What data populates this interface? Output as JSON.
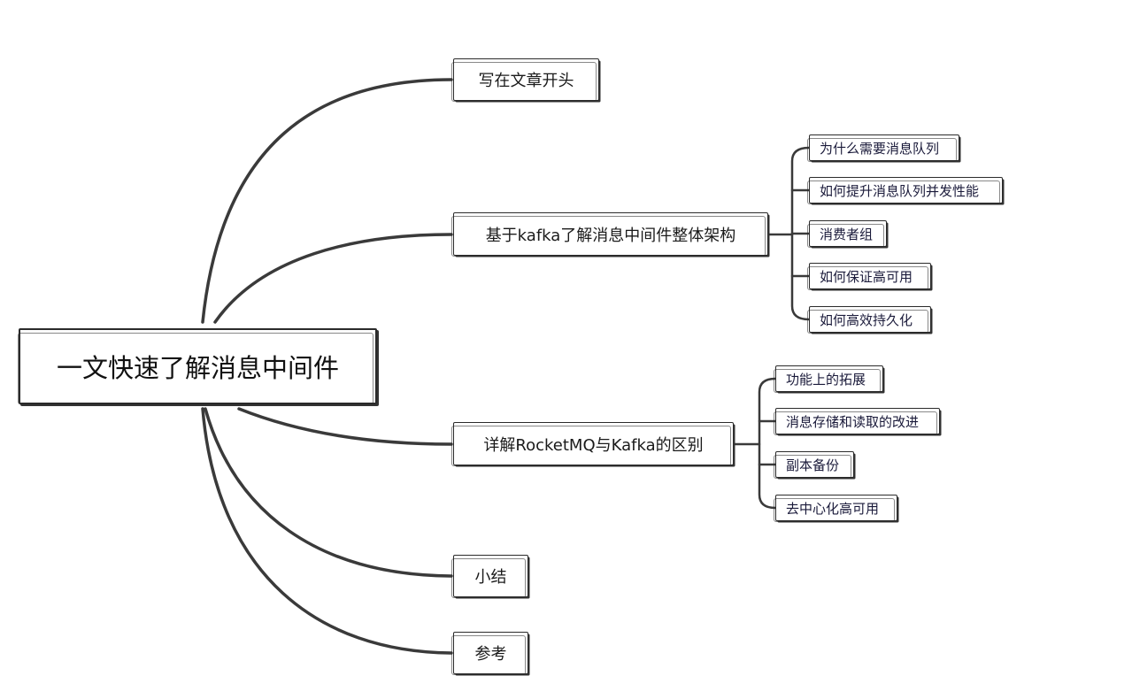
{
  "mindmap": {
    "root": "一文快速了解消息中间件",
    "branches": [
      {
        "label": "写在文章开头",
        "children": []
      },
      {
        "label": "基于kafka了解消息中间件整体架构",
        "children": [
          "为什么需要消息队列",
          "如何提升消息队列并发性能",
          "消费者组",
          "如何保证高可用",
          "如何高效持久化"
        ]
      },
      {
        "label": "详解RocketMQ与Kafka的区别",
        "children": [
          "功能上的拓展",
          "消息存储和读取的改进",
          "副本备份",
          "去中心化高可用"
        ]
      },
      {
        "label": "小结",
        "children": []
      },
      {
        "label": "参考",
        "children": []
      }
    ]
  },
  "colors": {
    "line": "#3a3a3a",
    "border": "#2b2b2b",
    "text": "#1a1a1a",
    "background": "#ffffff"
  }
}
